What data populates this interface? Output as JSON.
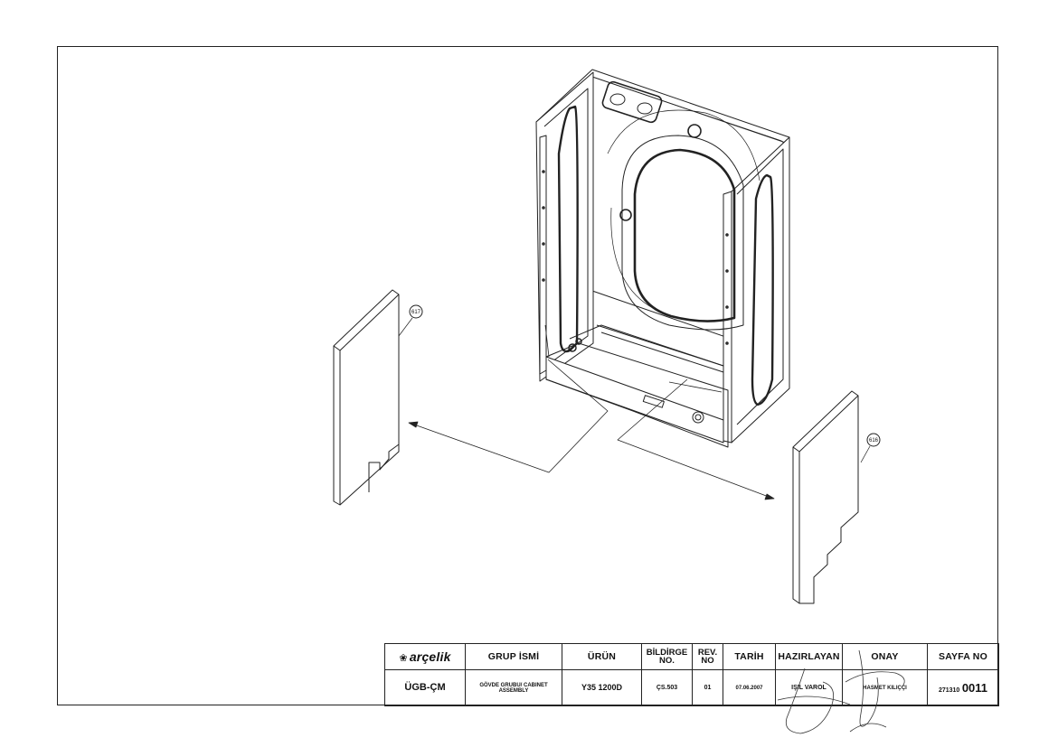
{
  "callouts": [
    {
      "id": "part-617",
      "label": "617"
    },
    {
      "id": "part-616",
      "label": "616"
    }
  ],
  "title_block": {
    "logo_text": "arçelik",
    "headers": {
      "group_name": "GRUP İSMİ",
      "product": "ÜRÜN",
      "notice_no": "BİLDİRGE NO.",
      "rev_no": "REV. NO",
      "date": "TARİH",
      "prepared_by": "HAZIRLAYAN",
      "approval": "ONAY",
      "page_no": "SAYFA NO"
    },
    "values": {
      "unit": "ÜGB-ÇM",
      "group_name": "GÖVDE GRUBU/ CABINET ASSEMBLY",
      "product": "Y35 1200D",
      "notice_no": "ÇS.503",
      "rev_no": "01",
      "date": "07.06.2007",
      "prepared_by": "IŞIL VAROL",
      "approval": "HASMET KILIÇÇI",
      "page_prefix": "271310",
      "page_number": "0011"
    }
  },
  "colors": {
    "line": "#222222",
    "panel_fill": "#ffffff",
    "background": "#ffffff"
  }
}
